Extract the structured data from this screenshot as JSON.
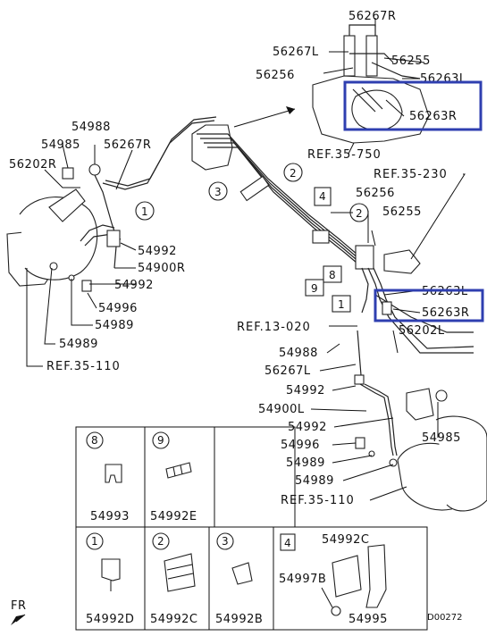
{
  "labels": {
    "p56267R_top": "56267R",
    "p56267L_top": "56267L",
    "p56255_top": "56255",
    "p56256_top": "56256",
    "p56263L_top": "56263L",
    "p56263R_top": "56263R",
    "ref35_750": "REF.35-750",
    "ref35_230": "REF.35-230",
    "p54988_l": "54988",
    "p54985_l": "54985",
    "p56267R_l": "56267R",
    "p56202R": "56202R",
    "p54992_a": "54992",
    "p54900R": "54900R",
    "p54992_b": "54992",
    "p54996_l": "54996",
    "p54989_a": "54989",
    "p54989_b": "54989",
    "ref35_110_l": "REF.35-110",
    "p56256_mid": "56256",
    "p56255_mid": "56255",
    "p56263L_mid": "56263L",
    "p56263R_mid": "56263R",
    "ref13_020": "REF.13-020",
    "p56202L": "56202L",
    "p54988_r": "54988",
    "p56267L_r": "56267L",
    "p54992_c": "54992",
    "p54900L": "54900L",
    "p54992_d": "54992",
    "p54985_r": "54985",
    "p54996_r": "54996",
    "p54989_c": "54989",
    "p54989_d": "54989",
    "ref35_110_r": "REF.35-110",
    "fr": "FR",
    "code": "D00272"
  },
  "callouts": [
    "1",
    "2",
    "3",
    "4",
    "8",
    "9",
    "1",
    "2"
  ],
  "legend": {
    "cells": [
      {
        "num": "8",
        "part": "54993"
      },
      {
        "num": "9",
        "part": "54992E"
      },
      {
        "num": "1",
        "part": "54992D"
      },
      {
        "num": "2",
        "part": "54992C"
      },
      {
        "num": "3",
        "part": "54992B"
      },
      {
        "num": "4",
        "part": "54995",
        "extra_a": "54992C",
        "extra_b": "54997B"
      }
    ]
  },
  "highlight_color": "#2f3fb0"
}
